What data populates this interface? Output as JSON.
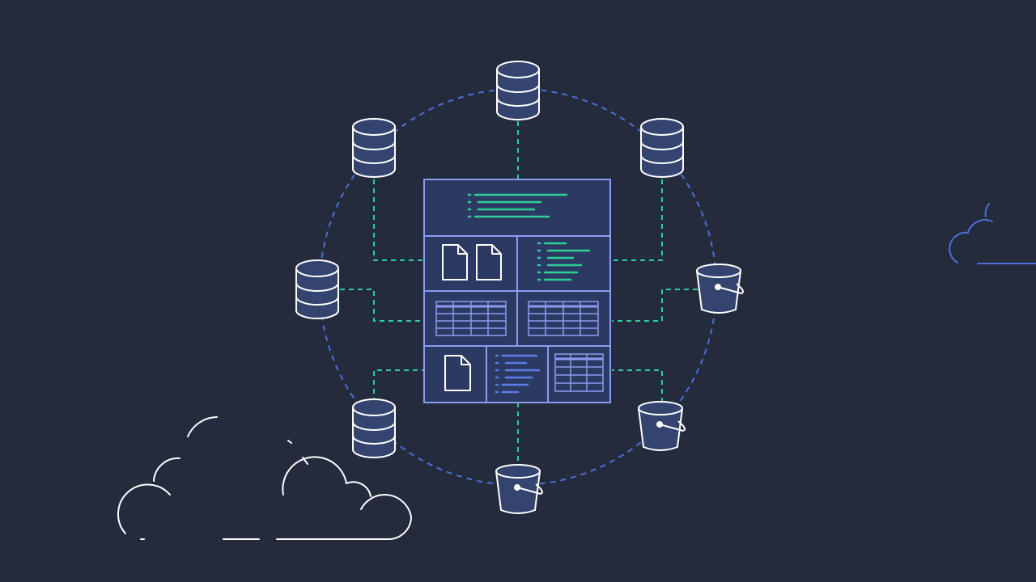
{
  "colors": {
    "background": "#232b3d",
    "ring": "#4f6fd6",
    "connector": "#2fcf98",
    "node_fill": "#34446e",
    "node_stroke": "#ffffff",
    "panel_fill": "#2c3a63",
    "panel_stroke": "#8a9cf0",
    "text_line_green": "#2fcf98",
    "text_line_blue": "#5b7ee6",
    "cloud_white": "#ffffff",
    "cloud_blue": "#4f6fd6"
  },
  "nodes": [
    {
      "id": "top",
      "icon": "database-icon"
    },
    {
      "id": "upper-left",
      "icon": "database-icon"
    },
    {
      "id": "upper-right",
      "icon": "database-icon"
    },
    {
      "id": "middle-left",
      "icon": "database-icon"
    },
    {
      "id": "lower-left",
      "icon": "database-icon"
    },
    {
      "id": "right-upper",
      "icon": "bucket-icon"
    },
    {
      "id": "lower-right",
      "icon": "bucket-icon"
    },
    {
      "id": "bottom",
      "icon": "bucket-icon"
    }
  ],
  "central_panel": {
    "icons": [
      "document-icon",
      "document-icon",
      "table-icon",
      "table-icon",
      "document-icon",
      "table-icon"
    ]
  }
}
